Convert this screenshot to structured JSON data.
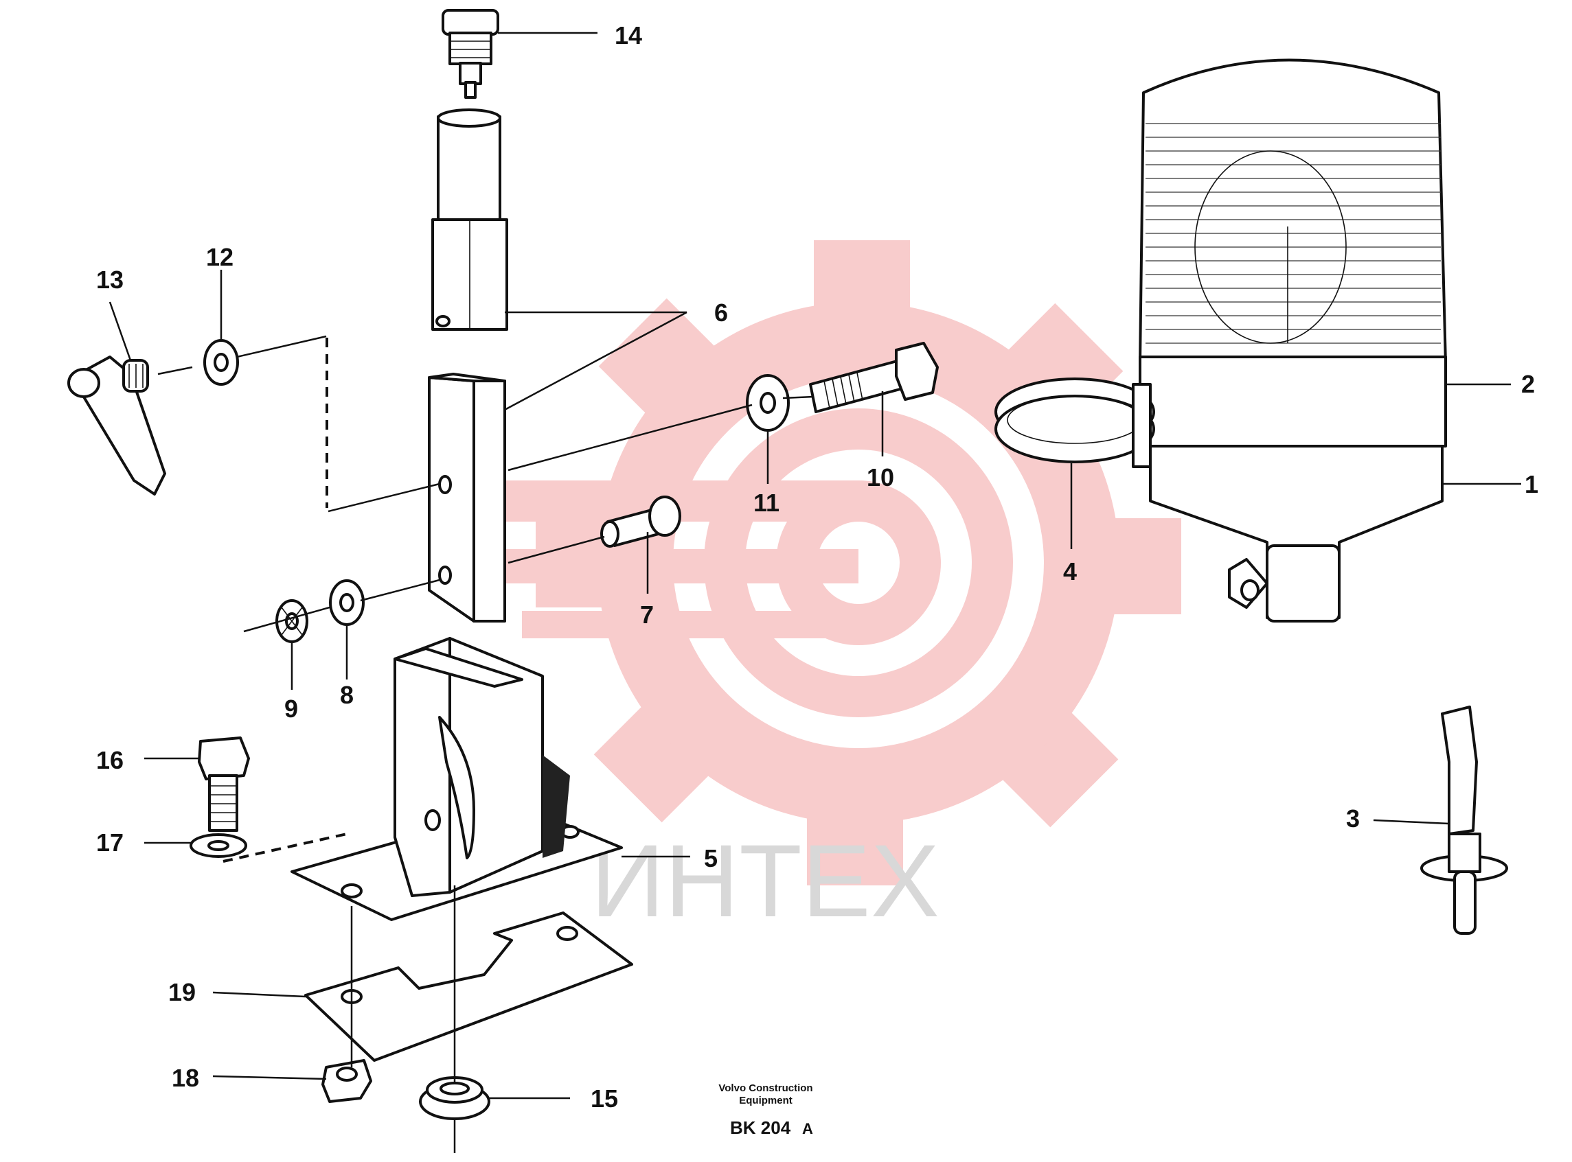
{
  "watermark": {
    "text": "ИНТЕХ",
    "gear_color": "#f7c3c3",
    "text_color": "#d8d8d8"
  },
  "callouts": [
    {
      "id": "c1",
      "text": "1"
    },
    {
      "id": "c2",
      "text": "2"
    },
    {
      "id": "c3",
      "text": "3"
    },
    {
      "id": "c4",
      "text": "4"
    },
    {
      "id": "c5",
      "text": "5"
    },
    {
      "id": "c6",
      "text": "6"
    },
    {
      "id": "c7",
      "text": "7"
    },
    {
      "id": "c8",
      "text": "8"
    },
    {
      "id": "c9",
      "text": "9"
    },
    {
      "id": "c10",
      "text": "10"
    },
    {
      "id": "c11",
      "text": "11"
    },
    {
      "id": "c12",
      "text": "12"
    },
    {
      "id": "c13",
      "text": "13"
    },
    {
      "id": "c14",
      "text": "14"
    },
    {
      "id": "c15",
      "text": "15"
    },
    {
      "id": "c16",
      "text": "16"
    },
    {
      "id": "c17",
      "text": "17"
    },
    {
      "id": "c18",
      "text": "18"
    },
    {
      "id": "c19",
      "text": "19"
    }
  ],
  "footer": {
    "company_line1": "Volvo Construction",
    "company_line2": "Equipment",
    "code": "BK 204",
    "suffix": "A"
  }
}
